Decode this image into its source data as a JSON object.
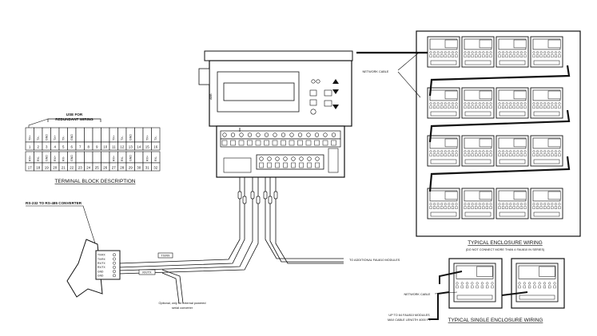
{
  "labels": {
    "use_for_redundant_wiring": [
      "USE FOR",
      "REDUNDANT WIRING"
    ],
    "terminal_block_description": "TERMINAL BLOCK DESCRIPTION",
    "rs232_converter": "RS-232 TO RS-485 CONVERTER",
    "optional_note": [
      "Optional, only for external powered",
      "serial converter"
    ],
    "to_additional_modules": "TO ADDITIONAL FAU810 MODULES",
    "network_cable_top": "NETWORK CABLE",
    "typical_enclosure_wiring": "TYPICAL ENCLOSURE WIRING",
    "do_not_connect": "(DO NOT CONNECT MORE THAN 4 FAU810 IN SERIES)",
    "network_cable_bottom": "NETWORK CABLE",
    "up_to_modules": [
      "UP TO 64 FAU810 MODULES",
      "MAX CABLE LENGTH 4000 FT."
    ],
    "typical_single_enclosure_wiring": "TYPICAL SINGLE ENCLOSURE WIRING",
    "converter_pins": [
      "TX/RX",
      "TX/RX",
      "RX/TX",
      "RX/TX",
      "GND",
      "GND"
    ],
    "cable_tag_a": "TX/RX",
    "cable_tag_b": "RX/TX",
    "brand": "ABB"
  },
  "terminal_block": {
    "top_numbers": [
      "1",
      "2",
      "3",
      "4",
      "5",
      "6",
      "7",
      "8",
      "9",
      "10",
      "11",
      "12",
      "13",
      "14",
      "15",
      "16"
    ],
    "bottom_numbers": [
      "17",
      "18",
      "19",
      "20",
      "21",
      "22",
      "23",
      "24",
      "25",
      "26",
      "27",
      "28",
      "29",
      "30",
      "31",
      "32"
    ],
    "top_tags": [
      "TX+",
      "TX-",
      "GND",
      "TX+",
      "TX-",
      "GND",
      "",
      "",
      "",
      "",
      "TX+",
      "TX-",
      "GND",
      "",
      "TX+",
      "TX-"
    ],
    "bottom_tags": [
      "RX+",
      "RX-",
      "GND",
      "RX+",
      "RX-",
      "GND",
      "",
      "",
      "",
      "",
      "RX+",
      "RX-",
      "GND",
      "",
      "RX+",
      "RX-"
    ]
  }
}
